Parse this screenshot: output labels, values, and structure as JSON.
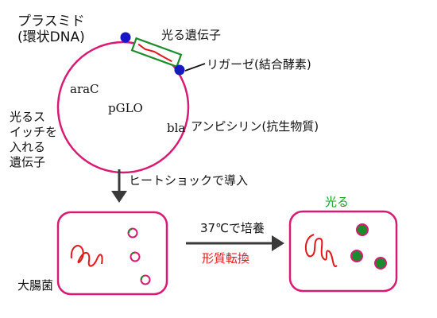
{
  "title_lines": [
    "プラスミド",
    "(環状DNA)"
  ],
  "plasmid": {
    "name": "pGLO"
  },
  "genes": {
    "gfp": "光る遺伝子",
    "ligase": "リガーゼ(結合酵素)",
    "arac": "araC",
    "bla": "bla",
    "antibiotic": "アンピシリン(抗生物質)",
    "switch_lines": [
      "光るス",
      "イッチを",
      "入れる",
      "遺伝子"
    ]
  },
  "steps": {
    "heatshock": "ヒートショックで導入",
    "incubate": "37℃で培養",
    "transform": "形質転換",
    "glow": "光る"
  },
  "bacteria_label": "大腸菌",
  "colors": {
    "ring": "#d81b72",
    "cell_border": "#d81b72",
    "gene_box": "#1a8c2b",
    "dot": "#1717c4",
    "dna": "#e01a1a",
    "glow_text": "#1aa02a",
    "transform_text": "#e01a1a",
    "arrow": "#3a3a3a"
  }
}
